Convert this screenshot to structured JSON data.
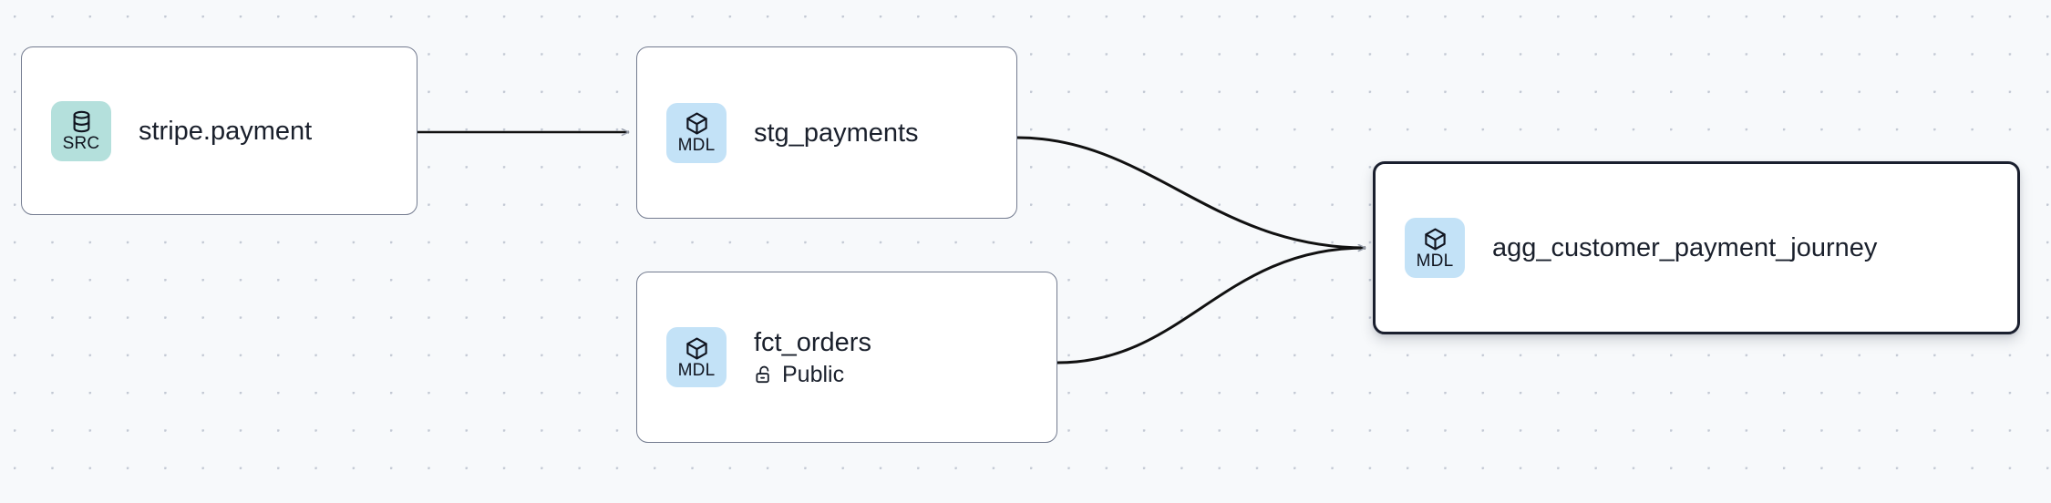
{
  "graph": {
    "background": "#f7f9fb",
    "dot_color": "#c3c9d4",
    "selected_border_color": "#1a1f2e",
    "edge_color": "#111111",
    "nodes": [
      {
        "id": "stripe-payment",
        "title": "stripe.payment",
        "badge_label": "SRC",
        "badge_icon": "database-icon",
        "badge_color": "#b4e0dc",
        "selected": false
      },
      {
        "id": "stg-payments",
        "title": "stg_payments",
        "badge_label": "MDL",
        "badge_icon": "cube-icon",
        "badge_color": "#c3e2f7",
        "selected": false
      },
      {
        "id": "fct-orders",
        "title": "fct_orders",
        "subtitle": "Public",
        "subtitle_icon": "unlock-icon",
        "badge_label": "MDL",
        "badge_icon": "cube-icon",
        "badge_color": "#c3e2f7",
        "selected": false
      },
      {
        "id": "agg-journey",
        "title": "agg_customer_payment_journey",
        "badge_label": "MDL",
        "badge_icon": "cube-icon",
        "badge_color": "#c3e2f7",
        "selected": true
      }
    ],
    "edges": [
      {
        "from": "stripe-payment",
        "to": "stg-payments"
      },
      {
        "from": "stg-payments",
        "to": "agg-journey"
      },
      {
        "from": "fct-orders",
        "to": "agg-journey"
      }
    ]
  }
}
